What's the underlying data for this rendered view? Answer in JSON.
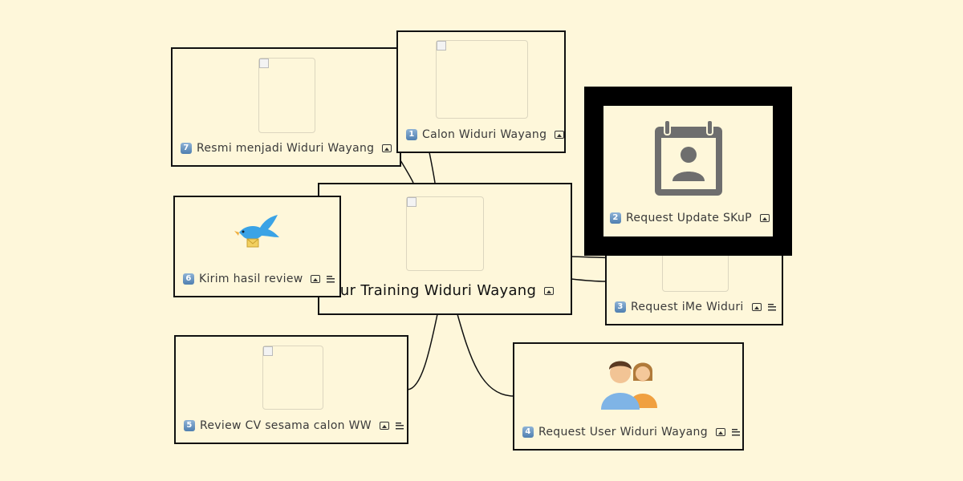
{
  "central": {
    "label": "Alur Training Widuri Wayang"
  },
  "nodes": {
    "n1": {
      "num": "1",
      "label": "Calon Widuri Wayang"
    },
    "n2": {
      "num": "2",
      "label": "Request Update SKuP"
    },
    "n3": {
      "num": "3",
      "label": "Request iMe Widuri"
    },
    "n4": {
      "num": "4",
      "label": "Request User Widuri Wayang"
    },
    "n5": {
      "num": "5",
      "label": "Review CV sesama calon WW"
    },
    "n6": {
      "num": "6",
      "label": "Kirim hasil review"
    },
    "n7": {
      "num": "7",
      "label": "Resmi menjadi Widuri Wayang"
    }
  },
  "icons": {
    "image": "image-icon",
    "note": "note-icon",
    "calendar": "calendar-contact-icon",
    "bird": "bird-mail-icon",
    "users": "users-icon"
  },
  "colors": {
    "background": "#fef7da",
    "border": "#111111",
    "selected_frame": "#000000",
    "number_badge": "#5b87b8"
  }
}
